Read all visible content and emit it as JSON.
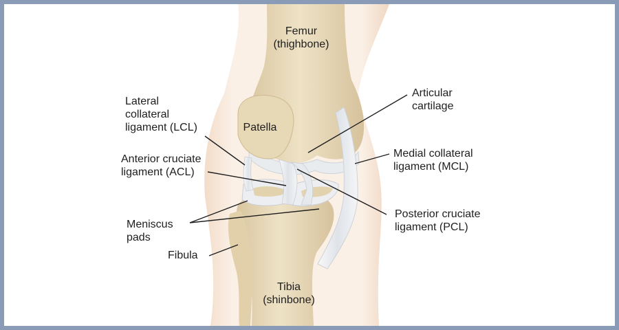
{
  "frame_color": "#8a9bb8",
  "bone_color": "#eadcbc",
  "skin_color": "#f6e6d6",
  "ligament_color": "#e9ecef",
  "labels": {
    "femur": "Femur\n(thighbone)",
    "patella": "Patella",
    "lcl": "Lateral\ncollateral\nligament (LCL)",
    "acl": "Anterior cruciate\nligament (ACL)",
    "meniscus": "Meniscus\npads",
    "fibula": "Fibula",
    "tibia": "Tibia\n(shinbone)",
    "cartilage": "Articular\ncartilage",
    "mcl": "Medial collateral\nligament (MCL)",
    "pcl": "Posterior cruciate\nligament (PCL)"
  }
}
